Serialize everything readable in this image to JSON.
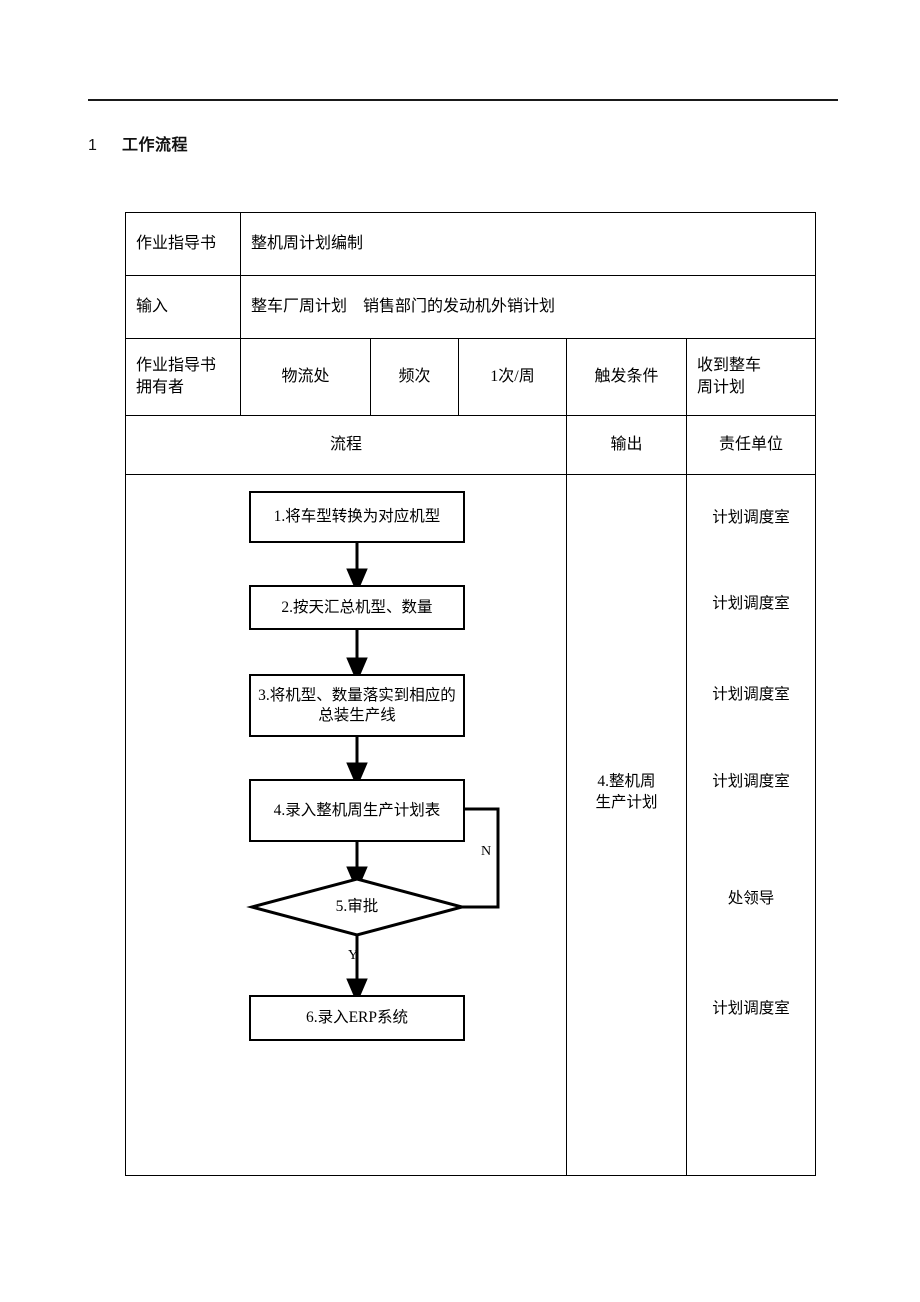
{
  "page": {
    "section_number": "1",
    "section_title": "工作流程"
  },
  "table": {
    "row1": {
      "label": "作业指导书",
      "value": "整机周计划编制"
    },
    "row2": {
      "label": "输入",
      "value": "整车厂周计划　销售部门的发动机外销计划"
    },
    "row3": {
      "owner_label_line1": "作业指导书",
      "owner_label_line2": "拥有者",
      "owner_value": "物流处",
      "freq_label": "频次",
      "freq_value": "1次/周",
      "trigger_label": "触发条件",
      "trigger_value_line1": "收到整车",
      "trigger_value_line2": "周计划"
    },
    "row4": {
      "flow_header": "流程",
      "output_header": "输出",
      "responsible_header": "责任单位"
    }
  },
  "flowchart": {
    "nodes": [
      {
        "id": "n1",
        "shape": "process",
        "text": "1.将车型转换为对应机型"
      },
      {
        "id": "n2",
        "shape": "process",
        "text": "2.按天汇总机型、数量"
      },
      {
        "id": "n3",
        "shape": "process",
        "text": "3.将机型、数量落实到相应的总装生产线"
      },
      {
        "id": "n4",
        "shape": "process",
        "text": "4.录入整机周生产计划表"
      },
      {
        "id": "n5",
        "shape": "decision",
        "text": "5.审批"
      },
      {
        "id": "n6",
        "shape": "process",
        "text": "6.录入ERP系统"
      }
    ],
    "branch_labels": {
      "no": "N",
      "yes": "Y"
    }
  },
  "output_column": {
    "items": [
      {
        "text_line1": "4.整机周",
        "text_line2": "生产计划"
      }
    ]
  },
  "responsible_column": {
    "items": [
      "计划调度室",
      "计划调度室",
      "计划调度室",
      "计划调度室",
      "处领导",
      "计划调度室"
    ]
  }
}
